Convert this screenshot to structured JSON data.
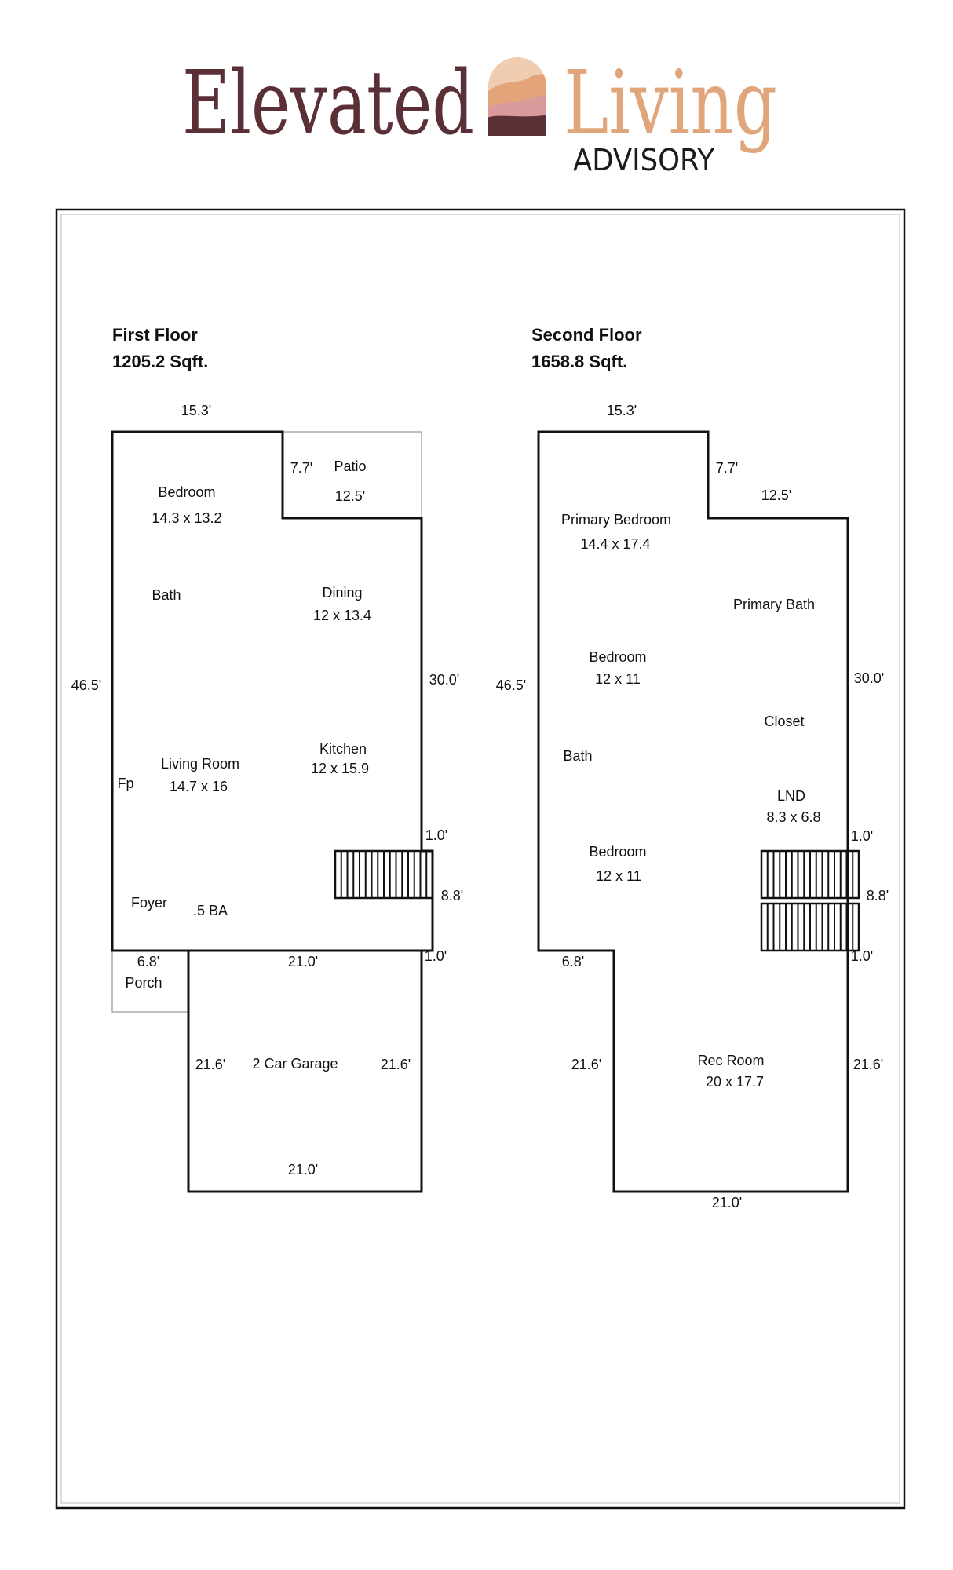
{
  "logo": {
    "word1": "Elevated",
    "word2": "Living",
    "tagline": "ADVISORY",
    "colors": {
      "word1": "#5a2f36",
      "word2": "#e0a57a",
      "tagline": "#1c1c1c",
      "arch_light": "#f0cdb0",
      "arch_mid": "#e4a479",
      "arch_pink": "#d89a9a",
      "arch_dark": "#5a2f36"
    }
  },
  "first_floor": {
    "title": "First Floor",
    "area": "1205.2 Sqft.",
    "rooms": {
      "bedroom": "Bedroom",
      "bedroom_dims": "14.3 x 13.2",
      "patio": "Patio",
      "bath": "Bath",
      "dining": "Dining",
      "dining_dims": "12 x 13.4",
      "living": "Living Room",
      "living_dims": "14.7 x 16",
      "fireplace": "Fp",
      "kitchen": "Kitchen",
      "kitchen_dims": "12 x 15.9",
      "foyer": "Foyer",
      "half_bath": ".5 BA",
      "porch": "Porch",
      "garage": "2 Car Garage"
    },
    "dimensions": {
      "top": "15.3'",
      "notch_h": "7.7'",
      "notch_w": "12.5'",
      "left": "46.5'",
      "right": "30.0'",
      "stair_top": "1.0'",
      "stair_len": "8.8'",
      "stair_bottom": "1.0'",
      "porch_w": "6.8'",
      "garage_top": "21.0'",
      "garage_left": "21.6'",
      "garage_right": "21.6'",
      "garage_bottom": "21.0'"
    }
  },
  "second_floor": {
    "title": "Second Floor",
    "area": "1658.8 Sqft.",
    "rooms": {
      "primary_bedroom": "Primary Bedroom",
      "primary_bedroom_dims": "14.4 x 17.4",
      "primary_bath": "Primary Bath",
      "bedroom1": "Bedroom",
      "bedroom1_dims": "12 x 11",
      "closet": "Closet",
      "bath": "Bath",
      "lnd": "LND",
      "lnd_dims": "8.3 x 6.8",
      "bedroom2": "Bedroom",
      "bedroom2_dims": "12 x 11",
      "rec_room": "Rec Room",
      "rec_room_dims": "20 x 17.7"
    },
    "dimensions": {
      "top": "15.3'",
      "notch_h": "7.7'",
      "notch_w": "12.5'",
      "left": "46.5'",
      "right": "30.0'",
      "stair_top": "1.0'",
      "stair_len": "8.8'",
      "stair_bottom": "1.0'",
      "step_w": "6.8'",
      "rec_left": "21.6'",
      "rec_right": "21.6'",
      "bottom": "21.0'"
    }
  }
}
